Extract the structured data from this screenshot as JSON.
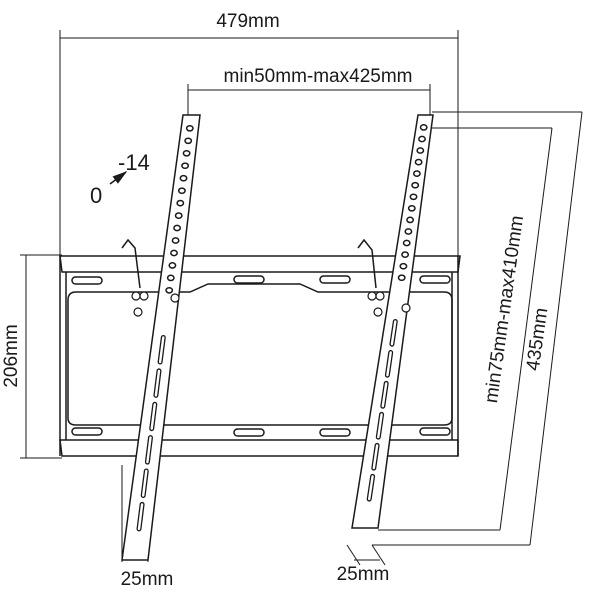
{
  "dimensions": {
    "overall_width": "479mm",
    "vesa_horizontal": "min50mm-max425mm",
    "tilt_min": "0",
    "tilt_max": "-14",
    "plate_height": "206mm",
    "vesa_vertical": "min75mm-max410mm",
    "overall_height": "435mm",
    "arm_width_left": "25mm",
    "arm_width_right": "25mm"
  },
  "colors": {
    "line": "#1a1a1a",
    "background": "#ffffff"
  }
}
